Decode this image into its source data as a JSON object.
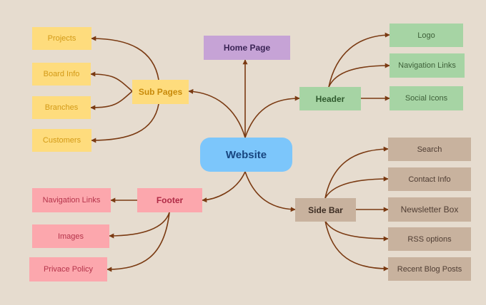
{
  "center": {
    "label": "Website"
  },
  "home_page": {
    "label": "Home Page"
  },
  "sub_pages": {
    "label": "Sub Pages",
    "items": [
      "Projects",
      "Board Info",
      "Branches",
      "Customers"
    ]
  },
  "header": {
    "label": "Header",
    "items": [
      "Logo",
      "Navigation Links",
      "Social Icons"
    ]
  },
  "footer": {
    "label": "Footer",
    "items": [
      "Navigation Links",
      "Images",
      "Privace Policy"
    ]
  },
  "side_bar": {
    "label": "Side Bar",
    "items": [
      "Search",
      "Contact Info",
      "Newsletter Box",
      "RSS options",
      "Recent Blog Posts"
    ]
  },
  "colors": {
    "background": "#e6dccf",
    "edge": "#7a3a12",
    "yellow": "#fedc7d",
    "green": "#a6d4a4",
    "pink": "#fca7ad",
    "tan": "#c8b29e",
    "purple": "#c6a3d6",
    "blue": "#7cc6fb"
  }
}
